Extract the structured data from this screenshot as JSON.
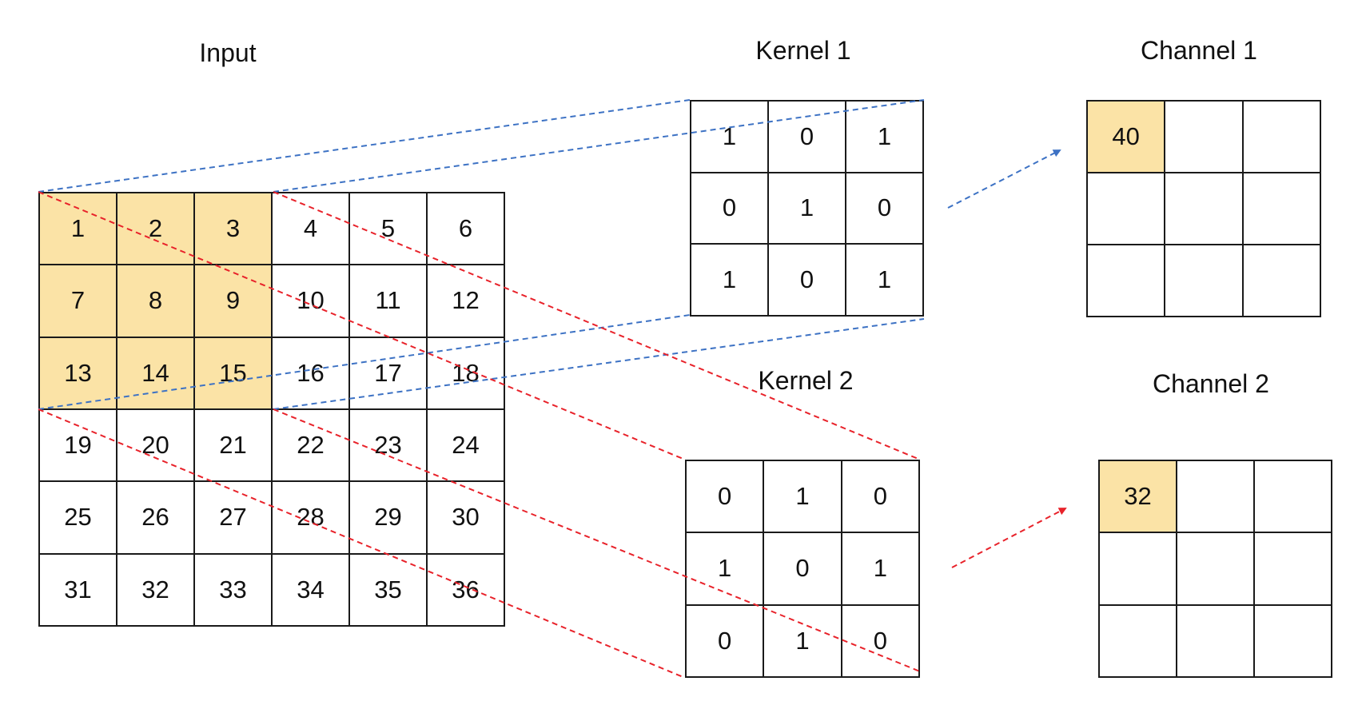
{
  "input": {
    "title": "Input",
    "values": [
      "1",
      "2",
      "3",
      "4",
      "5",
      "6",
      "7",
      "8",
      "9",
      "10",
      "11",
      "12",
      "13",
      "14",
      "15",
      "16",
      "17",
      "18",
      "19",
      "20",
      "21",
      "22",
      "23",
      "24",
      "25",
      "26",
      "27",
      "28",
      "29",
      "30",
      "31",
      "32",
      "33",
      "34",
      "35",
      "36"
    ],
    "highlighted": [
      0,
      1,
      2,
      6,
      7,
      8,
      12,
      13,
      14
    ]
  },
  "kernel1": {
    "title": "Kernel 1",
    "values": [
      "1",
      "0",
      "1",
      "0",
      "1",
      "0",
      "1",
      "0",
      "1"
    ]
  },
  "kernel2": {
    "title": "Kernel 2",
    "values": [
      "0",
      "1",
      "0",
      "1",
      "0",
      "1",
      "0",
      "1",
      "0"
    ]
  },
  "channel1": {
    "title": "Channel 1",
    "values": [
      "40",
      "",
      "",
      "",
      "",
      "",
      "",
      "",
      ""
    ],
    "highlighted": [
      0
    ]
  },
  "channel2": {
    "title": "Channel 2",
    "values": [
      "32",
      "",
      "",
      "",
      "",
      "",
      "",
      "",
      ""
    ],
    "highlighted": [
      0
    ]
  },
  "colors": {
    "highlight": "#fbe3a6",
    "blue_line": "#3d72c4",
    "red_line": "#e8222a"
  }
}
